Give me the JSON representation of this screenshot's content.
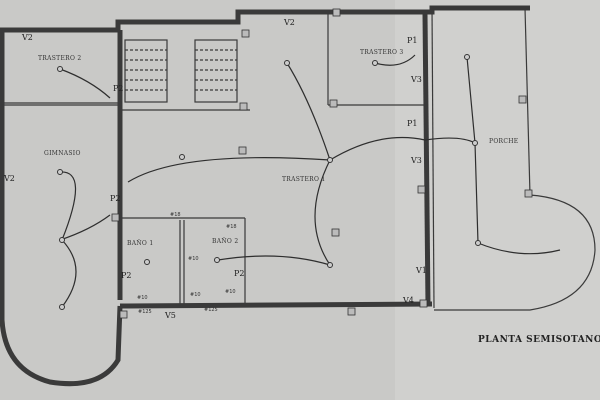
{
  "plan": {
    "title": "PLANTA SEMISOTANO",
    "rooms": {
      "trastero2": "TRASTERO 2",
      "trastero3": "TRASTERO 3",
      "trastero1": "TRASTERO 1",
      "gimnasio": "GIMNASIO",
      "porche": "PORCHE",
      "bano1": "BAÑO 1",
      "bano2": "BAÑO 2"
    },
    "tags": {
      "v2a": "V2",
      "v2b": "V2",
      "v2c": "V2",
      "p2a": "P2",
      "p2b": "P2",
      "p2c": "P2",
      "p2d": "P2",
      "p1a": "P1",
      "p1b": "P1",
      "v3a": "V3",
      "v3b": "V3",
      "v1": "V1",
      "v4": "V4",
      "v5": "V5"
    },
    "pipes": [
      "#125",
      "#125",
      "#10",
      "#10",
      "#10",
      "#10",
      "#18",
      "#18"
    ]
  }
}
